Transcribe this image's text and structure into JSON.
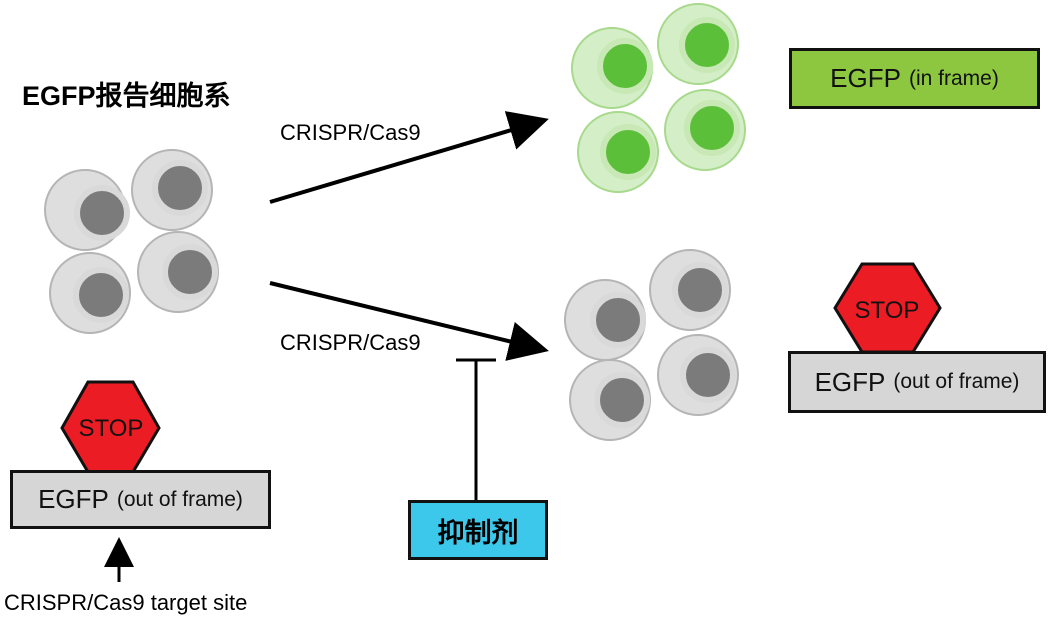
{
  "title": "EGFP报告细胞系",
  "arrow_top_label": "CRISPR/Cas9",
  "arrow_bottom_label": "CRISPR/Cas9",
  "left_construct": {
    "stop_label": "STOP",
    "egfp_label": "EGFP",
    "frame_label": "(out of frame)"
  },
  "target_site_label": "CRISPR/Cas9 target site",
  "in_frame_box": {
    "egfp_label": "EGFP",
    "frame_label": "(in frame)"
  },
  "right_construct": {
    "stop_label": "STOP",
    "egfp_label": "EGFP",
    "frame_label": "(out of frame)"
  },
  "inhibitor_label": "抑制剂",
  "colors": {
    "cell_gray_outer": "#dedede",
    "cell_gray_nucleus": "#7b7b7b",
    "cell_green_outer": "#d4efc8",
    "cell_green_nucleus": "#5cbf3a",
    "stop_red": "#ec1c24",
    "box_gray": "#d6d6d6",
    "box_green": "#8dc63f",
    "box_cyan": "#3cc8ea"
  }
}
